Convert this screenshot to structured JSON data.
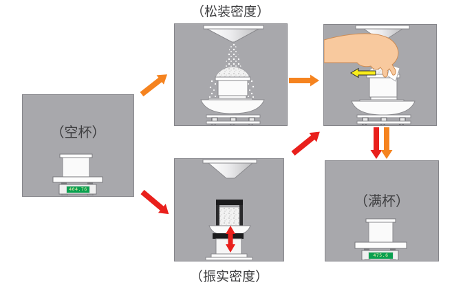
{
  "title": "（松装密度）",
  "panels": {
    "empty_cup": {
      "label": "（空杯）",
      "scale_reading": "404.76"
    },
    "tap_density": {
      "label": "（振实密度）"
    },
    "full_cup": {
      "label": "（满杯）",
      "scale_reading": "475.6"
    }
  },
  "arrows": [
    {
      "id": "empty-to-loose",
      "color": "orange",
      "direction": "up-right"
    },
    {
      "id": "empty-to-tap",
      "color": "red",
      "direction": "down-right"
    },
    {
      "id": "loose-to-scrape",
      "color": "orange",
      "direction": "right"
    },
    {
      "id": "tap-to-scrape",
      "color": "red",
      "direction": "up-right"
    },
    {
      "id": "scrape-to-full-red",
      "color": "red",
      "direction": "down"
    },
    {
      "id": "scrape-to-full-orange",
      "color": "orange",
      "direction": "down"
    },
    {
      "id": "scrape-direction",
      "color": "yellow",
      "direction": "left"
    },
    {
      "id": "tap-motion",
      "color": "red",
      "direction": "up-down"
    }
  ],
  "colors": {
    "panel_gray": "#a8a8ac",
    "orange": "#f5831f",
    "red": "#e9201c",
    "yellow": "#f9ed1b",
    "skin": "#f8c99e",
    "lcd_green": "#0aa04f"
  }
}
